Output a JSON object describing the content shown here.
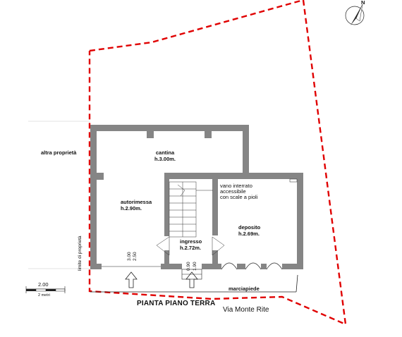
{
  "title": "PIANTA PIANO TERRA",
  "street": "Via Monte Rite",
  "neighbor": "altra proprietà",
  "boundary_label": "limite di proprietà",
  "sidewalk": "marciapiede",
  "north_label": "N",
  "scale": {
    "value": "2.00",
    "unit_label": "2 metri"
  },
  "rooms": {
    "cantina": {
      "name": "cantina",
      "height": "h.3.00m."
    },
    "autorimessa": {
      "name": "autorimessa",
      "height": "h.2.90m."
    },
    "ingresso": {
      "name": "ingresso",
      "height": "h.2.72m."
    },
    "deposito": {
      "name": "deposito",
      "height": "h.2.69m."
    }
  },
  "note": {
    "line1": "vano interrato",
    "line2": "accessibile",
    "line3": "con scale a pioli"
  },
  "dimensions": {
    "garage_door_a": "3.00",
    "garage_door_b": "2.50",
    "entry_a": "0.90",
    "entry_b": "1.90"
  },
  "colors": {
    "wall": "#858585",
    "boundary": "#e00000",
    "line": "#222222"
  }
}
